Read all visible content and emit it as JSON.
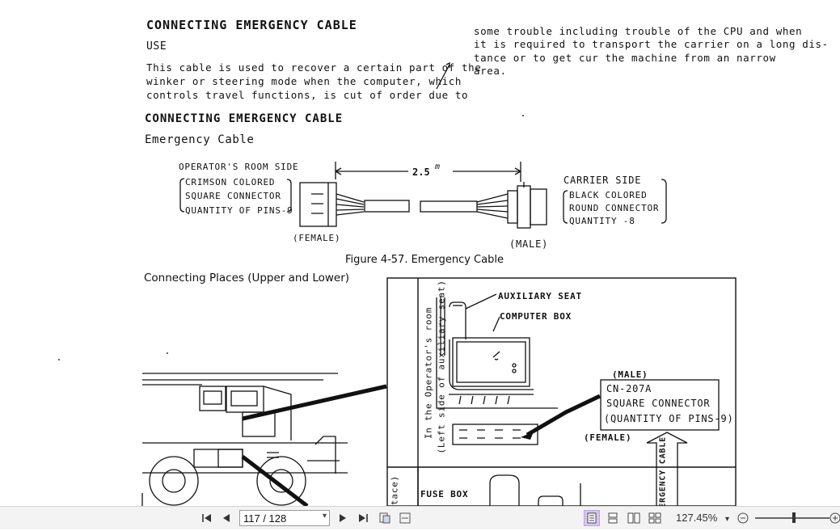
{
  "document": {
    "title1": "CONNECTING EMERGENCY CABLE",
    "use_heading": "USE",
    "use_left": [
      "This cable is used to recover a certain part of the",
      "winker or steering mode when the computer, which",
      "controls travel functions, is cut of order due to"
    ],
    "use_right": [
      "some trouble including trouble of the CPU and when",
      "it is required to transport the carrier on a long dis-",
      "tance or to get cur the machine from an narrow",
      "area."
    ],
    "title2": "CONNECTING EMERGENCY CABLE",
    "subtitle": "Emergency Cable",
    "operator_side": "OPERATOR'S ROOM SIDE",
    "op_lines": [
      "CRIMSON COLORED",
      "SQUARE CONNECTOR",
      "QUANTITY OF PINS-9"
    ],
    "length": "2.5",
    "length_unit": "m",
    "carrier_side": "CARRIER SIDE",
    "carrier_lines": [
      "BLACK COLORED",
      "ROUND CONNECTOR",
      "QUANTITY -8"
    ],
    "female": "(FEMALE)",
    "male": "(MALE)",
    "figure_caption": "Figure 4-57. Emergency Cable",
    "connecting_places": "Connecting Places (Upper and Lower)",
    "aux_seat": "AUXILIARY SEAT",
    "computer_box": "COMPUTER BOX",
    "male2": "(MALE)",
    "cn_lines": [
      "CN-207A",
      "SQUARE CONNECTOR",
      "(QUANTITY OF PINS-9)"
    ],
    "female2": "(FEMALE)",
    "side_label_1": "In the Operator's room",
    "side_label_2": "(Left side of auxiliary seat)",
    "emergency_cable_vert": "MERGENCY CABLE",
    "fuse_box": "FUSE BOX",
    "tace": "tace)"
  },
  "toolbar": {
    "page_value": "117 / 128",
    "zoom": "127.45%"
  },
  "icons": [
    "first-page-icon",
    "prev-page-icon",
    "next-page-icon",
    "last-page-icon",
    "rotate-icon",
    "fit-icon",
    "single-page-icon",
    "continuous-icon",
    "two-page-icon",
    "two-page-continuous-icon",
    "zoom-out-icon",
    "zoom-in-icon"
  ]
}
